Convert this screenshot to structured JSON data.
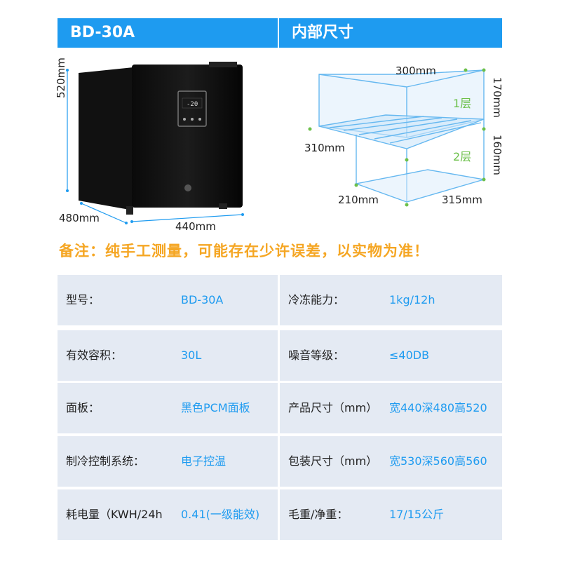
{
  "header": {
    "model": "BD-30A",
    "section": "内部尺寸"
  },
  "product_dims": {
    "height": "520mm",
    "depth": "480mm",
    "width": "440mm"
  },
  "display": {
    "temp": "-20"
  },
  "interior_dims": {
    "top_width": "300mm",
    "height_layer1": "170mm",
    "height_layer2": "160mm",
    "side_depth": "310mm",
    "bottom_depth": "210mm",
    "bottom_width": "315mm",
    "layer1": "1层",
    "layer2": "2层"
  },
  "note": "备注：纯手工测量，可能存在少许误差，以实物为准！",
  "specs": [
    {
      "label": "型号：",
      "value": "BD-30A"
    },
    {
      "label": "冷冻能力：",
      "value": "1kg/12h"
    },
    {
      "label": "有效容积：",
      "value": "30L"
    },
    {
      "label": "噪音等级：",
      "value": "≤40DB"
    },
    {
      "label": "面板：",
      "value": "黑色PCM面板"
    },
    {
      "label": "产品尺寸（mm）",
      "value": "宽440深480高520"
    },
    {
      "label": "制冷控制系统：",
      "value": "电子控温"
    },
    {
      "label": "包装尺寸（mm）",
      "value": "宽530深560高560"
    },
    {
      "label": "耗电量（KWH/24h",
      "value": "0.41(一级能效)"
    },
    {
      "label": "毛重/净重：",
      "value": "17/15公斤"
    }
  ],
  "colors": {
    "accent": "#1e9bf0",
    "note": "#f5a623",
    "layer": "#6cc04a",
    "cell_bg": "#e4eaf3"
  }
}
